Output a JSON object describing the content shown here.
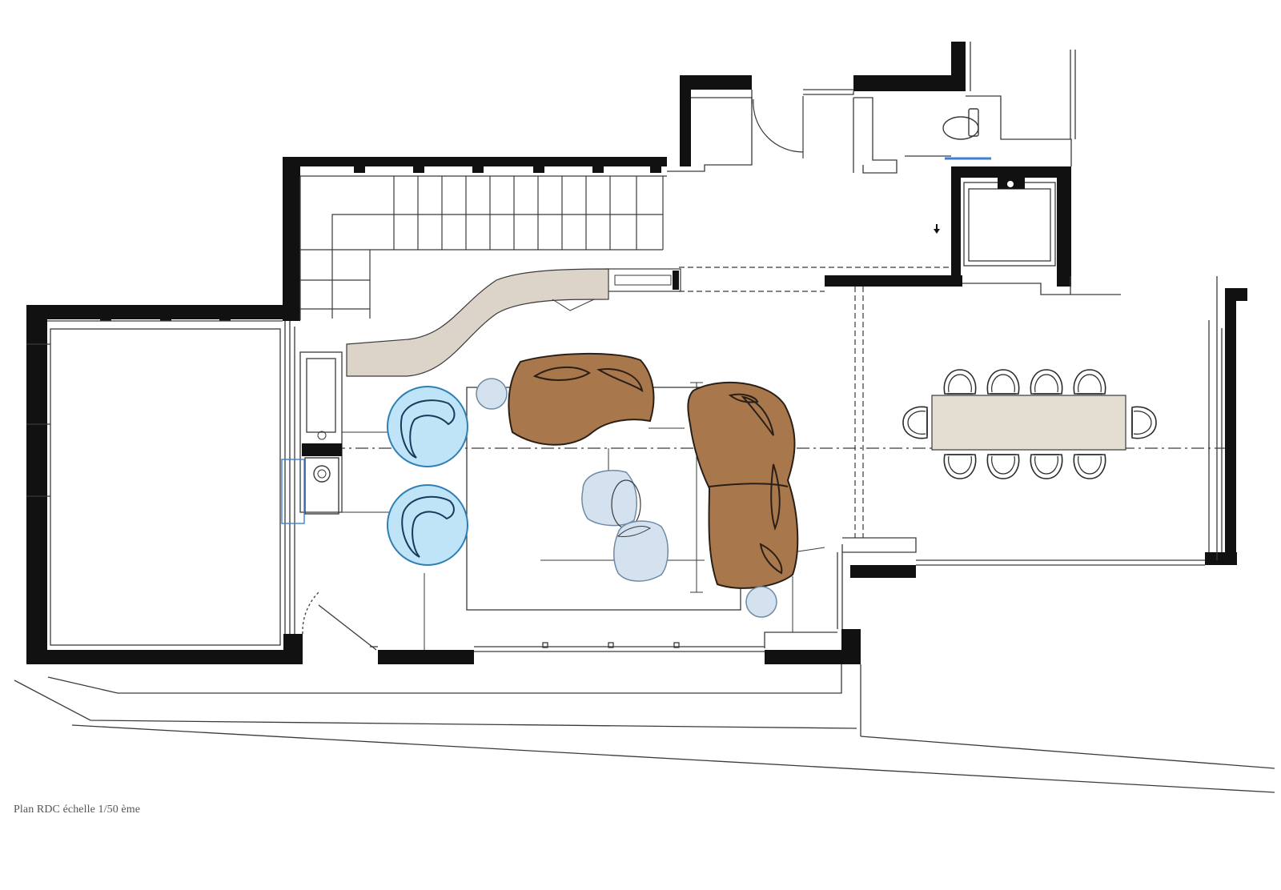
{
  "caption": "Plan RDC échelle 1/50 ème",
  "colors": {
    "wall": "#111111",
    "line": "#3a3a3a",
    "counter": "#ddd4c9",
    "sofa": "#a9774c",
    "sofa_stroke": "#2a1f17",
    "armchair": "#bfe3f7",
    "armchair_stroke": "#2f7fb5",
    "pouf": "#d3e2ee",
    "pouf_stroke": "#6f8aa3",
    "table": "#e4ddd2",
    "fixture_blue": "#3f7fd0"
  },
  "icons": [
    "staircase",
    "toilet",
    "sink",
    "shower",
    "door-swing",
    "dining-chair"
  ]
}
